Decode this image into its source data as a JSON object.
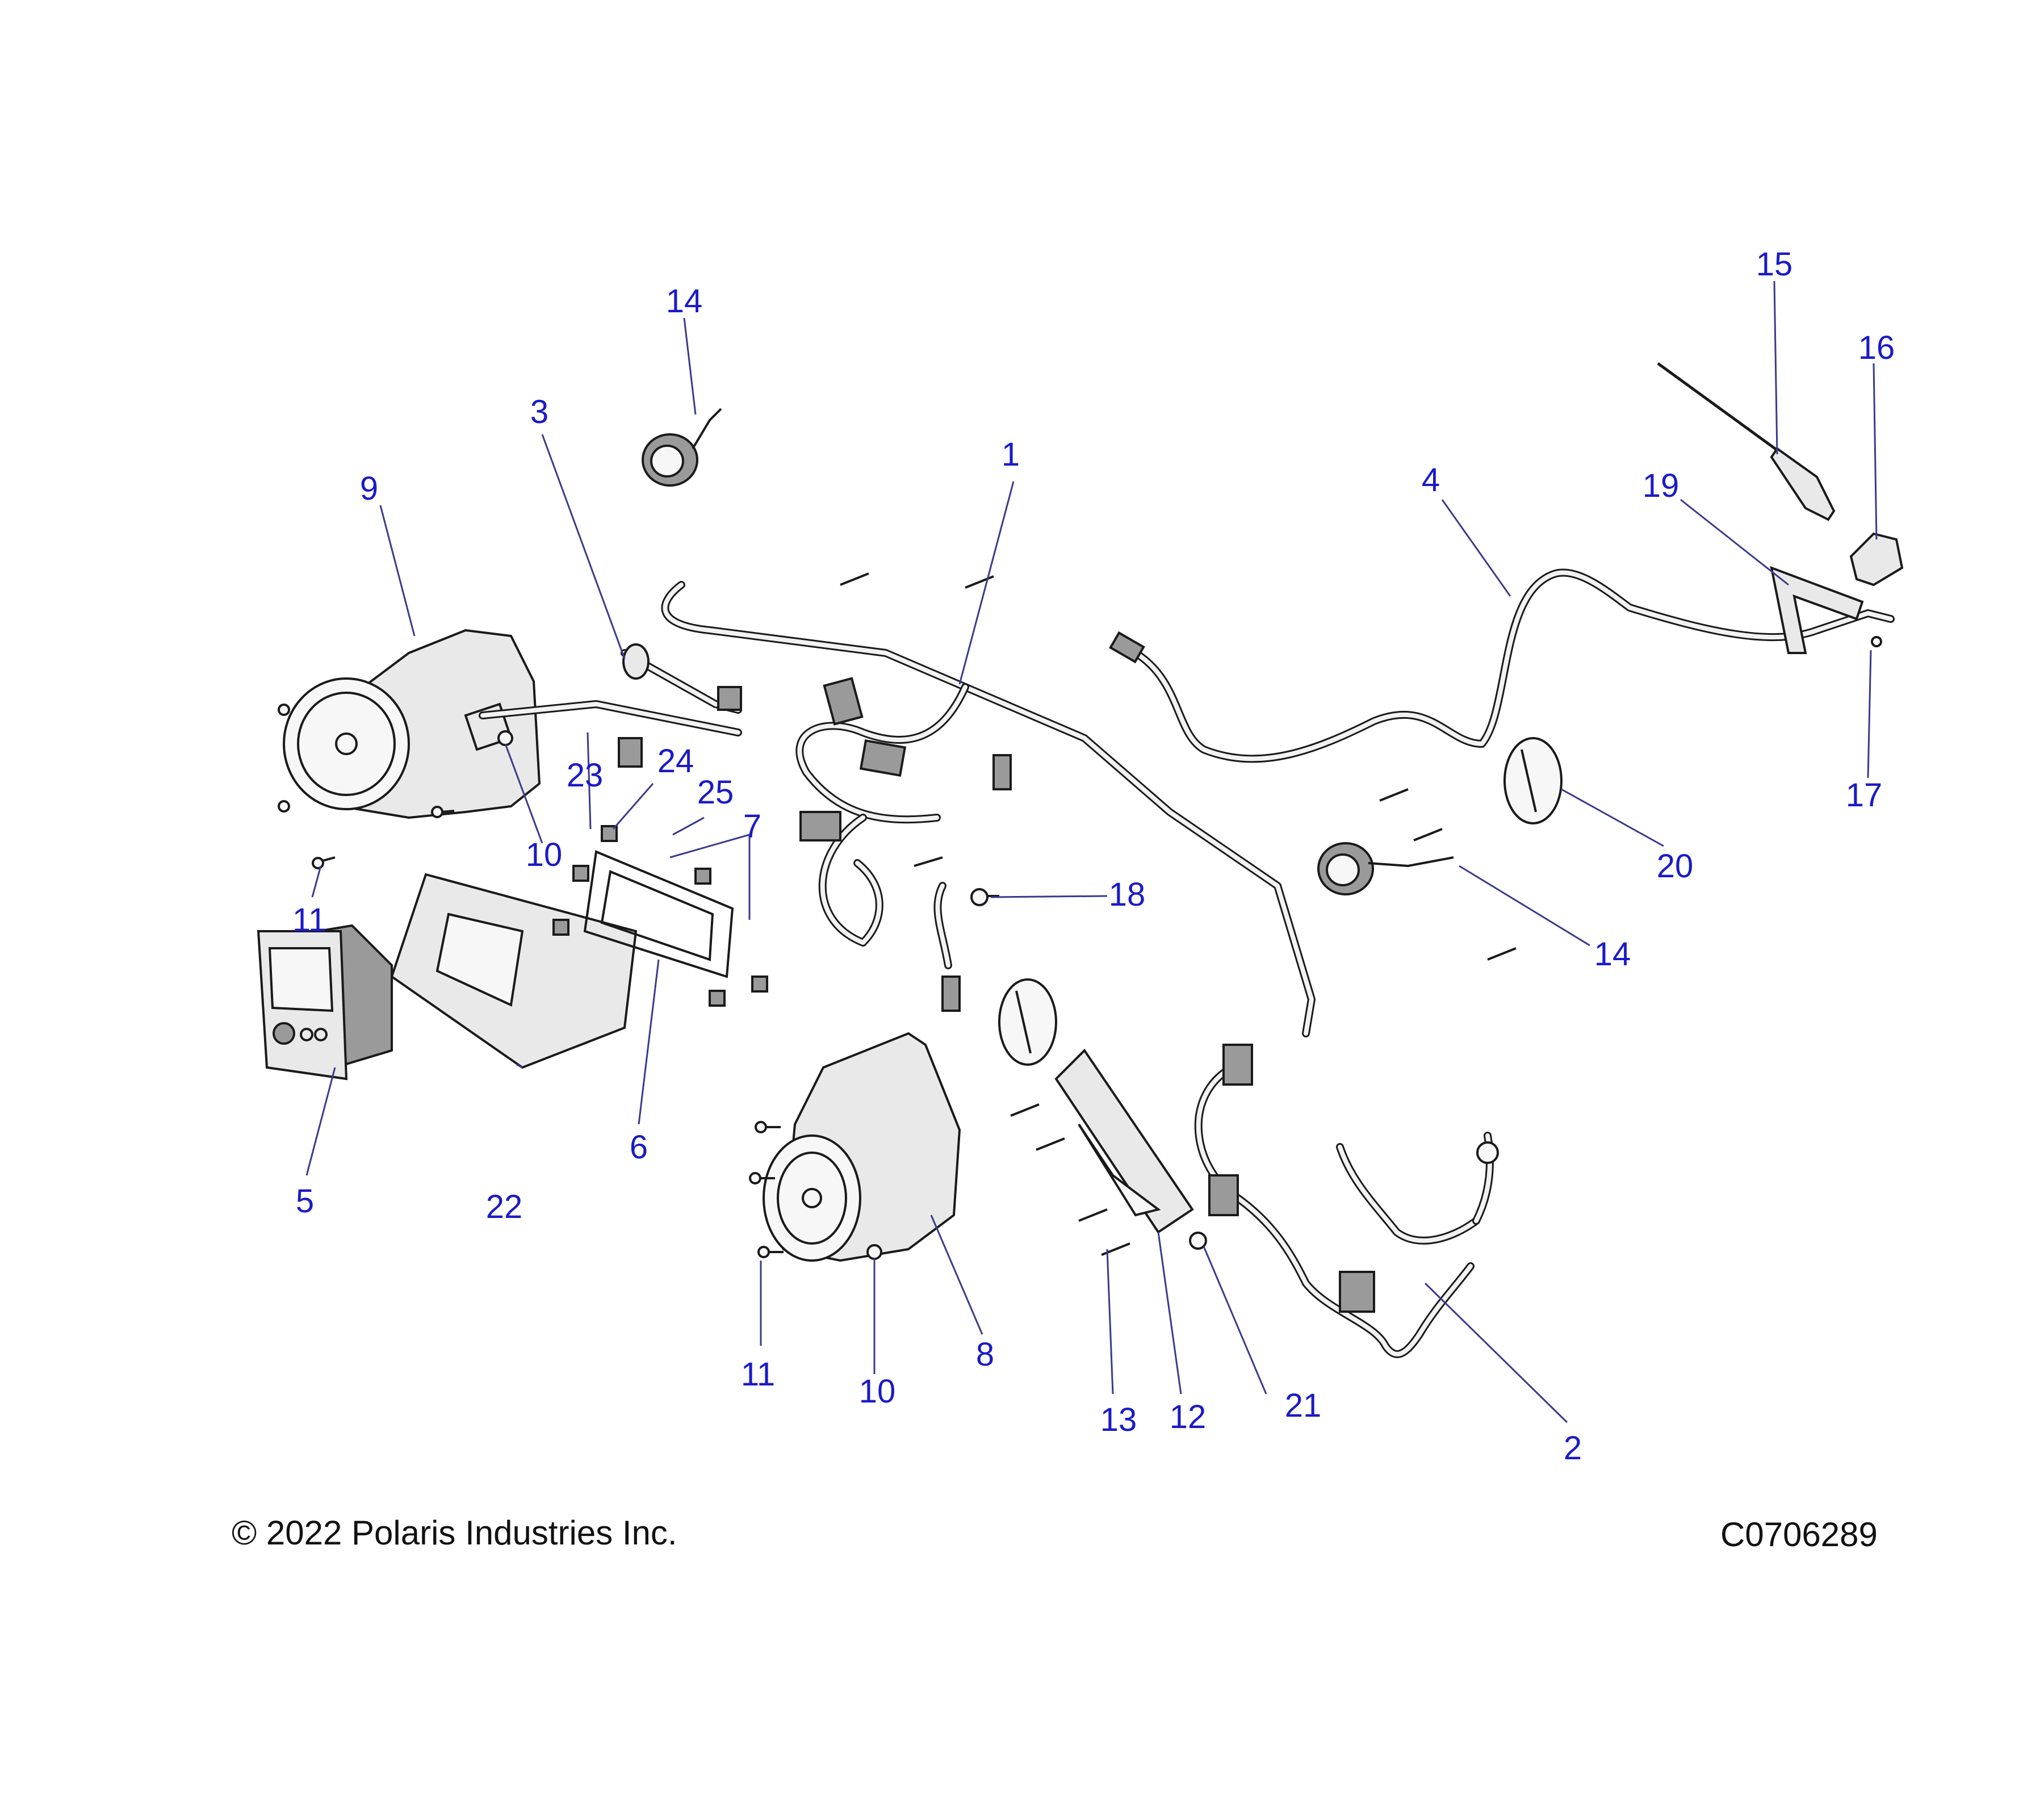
{
  "callouts": [
    {
      "id": "c1",
      "label": "1"
    },
    {
      "id": "c2",
      "label": "2"
    },
    {
      "id": "c3",
      "label": "3"
    },
    {
      "id": "c4",
      "label": "4"
    },
    {
      "id": "c5",
      "label": "5"
    },
    {
      "id": "c6",
      "label": "6"
    },
    {
      "id": "c7",
      "label": "7"
    },
    {
      "id": "c8",
      "label": "8"
    },
    {
      "id": "c9",
      "label": "9"
    },
    {
      "id": "c10a",
      "label": "10"
    },
    {
      "id": "c10b",
      "label": "10"
    },
    {
      "id": "c11a",
      "label": "11"
    },
    {
      "id": "c11b",
      "label": "11"
    },
    {
      "id": "c12",
      "label": "12"
    },
    {
      "id": "c13",
      "label": "13"
    },
    {
      "id": "c14a",
      "label": "14"
    },
    {
      "id": "c14b",
      "label": "14"
    },
    {
      "id": "c15",
      "label": "15"
    },
    {
      "id": "c16",
      "label": "16"
    },
    {
      "id": "c17",
      "label": "17"
    },
    {
      "id": "c18",
      "label": "18"
    },
    {
      "id": "c19",
      "label": "19"
    },
    {
      "id": "c20",
      "label": "20"
    },
    {
      "id": "c21",
      "label": "21"
    },
    {
      "id": "c22",
      "label": "22"
    },
    {
      "id": "c23",
      "label": "23"
    },
    {
      "id": "c24",
      "label": "24"
    },
    {
      "id": "c25",
      "label": "25"
    }
  ],
  "footer": {
    "copyright": "© 2022 Polaris Industries Inc.",
    "drawing_number": "C0706289"
  }
}
